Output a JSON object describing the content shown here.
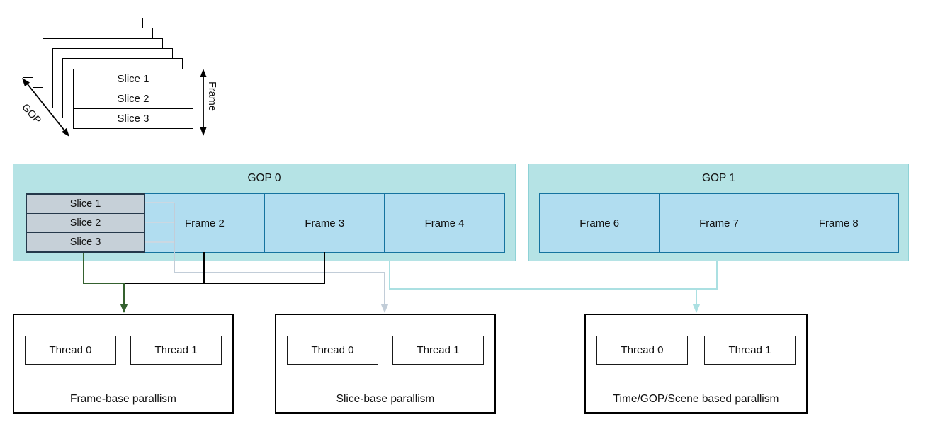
{
  "colors": {
    "text": "#111111",
    "gop_container_fill": "#b5e3e5",
    "gop_container_border": "#8ed2d6",
    "frame_fill": "#b1ddf0",
    "frame_border": "#15739f",
    "slice_fill": "#c6d0d8",
    "slice_border": "#24384a",
    "thread_border": "#1a1a1a",
    "parallel_box_border": "#000000",
    "stack_border": "#000000",
    "connector_frame": "#000000",
    "connector_frame_base": "#35612f",
    "connector_slice": "#c2cdd8",
    "connector_slice_stub": "#d4d7de",
    "connector_gop": "#abe0e2"
  },
  "stack": {
    "slices": [
      "Slice 1",
      "Slice 2",
      "Slice 3"
    ],
    "gop_axis_label": "GOP",
    "frame_axis_label": "Frame"
  },
  "gops": [
    {
      "title": "GOP 0",
      "slices": [
        "Slice 1",
        "Slice 2",
        "Slice 3"
      ],
      "frames": [
        "Frame 2",
        "Frame 3",
        "Frame 4"
      ]
    },
    {
      "title": "GOP 1",
      "frames": [
        "Frame 6",
        "Frame 7",
        "Frame 8"
      ]
    }
  ],
  "parallelism": [
    {
      "label": "Frame-base parallism",
      "threads": [
        "Thread 0",
        "Thread 1"
      ]
    },
    {
      "label": "Slice-base parallism",
      "threads": [
        "Thread 0",
        "Thread 1"
      ]
    },
    {
      "label": "Time/GOP/Scene based parallism",
      "threads": [
        "Thread 0",
        "Thread 1"
      ]
    }
  ]
}
